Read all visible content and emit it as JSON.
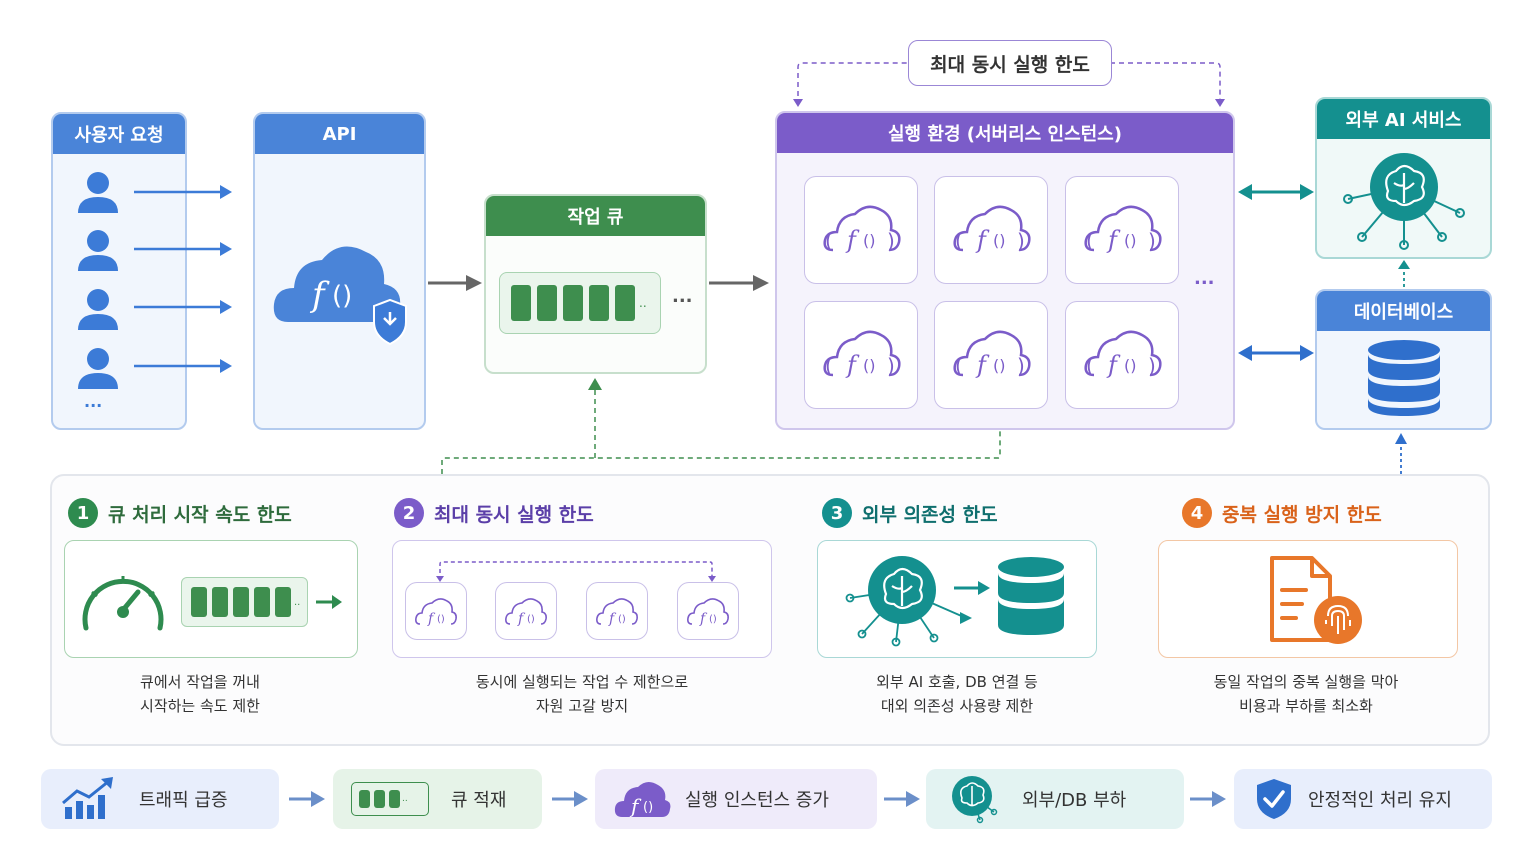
{
  "top": {
    "concurrency_label": "최대 동시 실행 한도",
    "user_requests": {
      "title": "사용자 요청",
      "more": "..."
    },
    "api": {
      "title": "API"
    },
    "queue": {
      "title": "작업 큐",
      "more": "..."
    },
    "runtime": {
      "title": "실행 환경 (서버리스 인스턴스)",
      "more": "..."
    },
    "external_ai": {
      "title": "외부 AI 서비스"
    },
    "database": {
      "title": "데이터베이스"
    }
  },
  "limits": [
    {
      "number": "1",
      "title": "큐 처리 시작 속도 한도",
      "desc_line1": "큐에서 작업을 꺼내",
      "desc_line2": "시작하는 속도 제한",
      "color": "#2e8b4f"
    },
    {
      "number": "2",
      "title": "최대 동시 실행 한도",
      "desc_line1": "동시에 실행되는 작업 수 제한으로",
      "desc_line2": "자원 고갈 방지",
      "color": "#7b5cc9"
    },
    {
      "number": "3",
      "title": "외부 의존성 한도",
      "desc_line1": "외부 AI 호출, DB 연결 등",
      "desc_line2": "대외 의존성 사용량 제한",
      "color": "#14908f"
    },
    {
      "number": "4",
      "title": "중복 실행 방지 한도",
      "desc_line1": "동일 작업의 중복 실행을 막아",
      "desc_line2": "비용과 부하를 최소화",
      "color": "#e8772a"
    }
  ],
  "flow": [
    {
      "label": "트래픽 급증",
      "icon": "trending-up-icon"
    },
    {
      "label": "큐 적재",
      "icon": "queue-icon"
    },
    {
      "label": "실행 인스턴스 증가",
      "icon": "function-cloud-icon"
    },
    {
      "label": "외부/DB 부하",
      "icon": "ai-brain-icon"
    },
    {
      "label": "안정적인 처리 유지",
      "icon": "shield-check-icon"
    }
  ],
  "colors": {
    "blue": "#4a84d8",
    "green": "#3e8e4e",
    "purple": "#7b5cc9",
    "teal": "#14908f",
    "orange": "#e8772a"
  }
}
